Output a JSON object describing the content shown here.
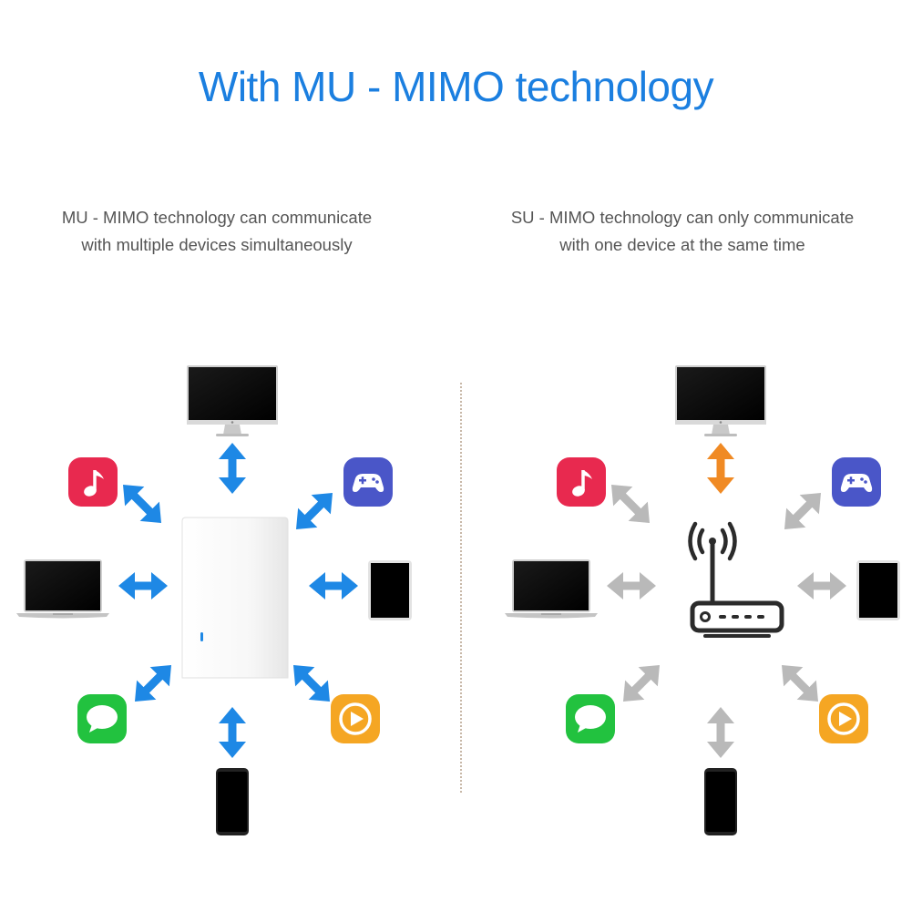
{
  "title": "With MU - MIMO technology",
  "left_caption": {
    "line1": "MU - MIMO technology can communicate",
    "line2": "with multiple devices simultaneously"
  },
  "right_caption": {
    "line1": "SU - MIMO technology can only communicate",
    "line2": "with one device at the same time"
  },
  "colors": {
    "title": "#1b7fe0",
    "arrow_active": "#1e88e5",
    "arrow_selected": "#f08a24",
    "arrow_inactive": "#b9b9b9",
    "caption": "#555555",
    "music_app": "#e8294f",
    "game_app": "#4a56c8",
    "message_app": "#22c23f",
    "video_app": "#f5a623",
    "router": "#2b2b2b"
  },
  "devices": [
    "monitor-icon",
    "music-app-icon",
    "game-app-icon",
    "laptop-icon",
    "tablet-icon",
    "messages-app-icon",
    "video-app-icon",
    "smartphone-icon"
  ],
  "hubs": {
    "mu_mimo": "white-tower-router",
    "su_mimo": "wifi-router-icon"
  }
}
